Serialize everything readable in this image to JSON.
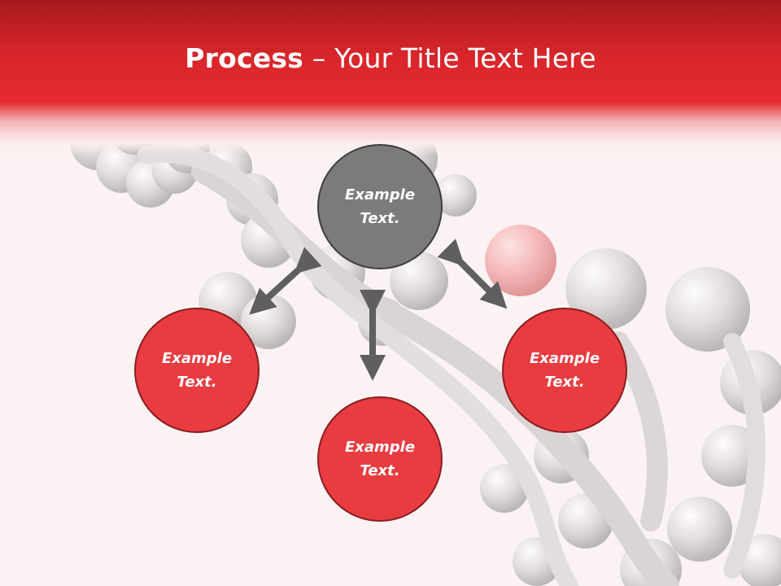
{
  "title": {
    "bold": "Process",
    "rest": " – Your Title Text Here"
  },
  "nodes": {
    "center": {
      "line1": "Example",
      "line2": "Text."
    },
    "left": {
      "line1": "Example",
      "line2": "Text."
    },
    "right": {
      "line1": "Example",
      "line2": "Text."
    },
    "bottom": {
      "line1": "Example",
      "line2": "Text."
    }
  },
  "colors": {
    "header_red": "#e52b2f",
    "node_red": "#e83c40",
    "node_gray": "#7b7b7b",
    "arrow": "#5f5f5f"
  }
}
